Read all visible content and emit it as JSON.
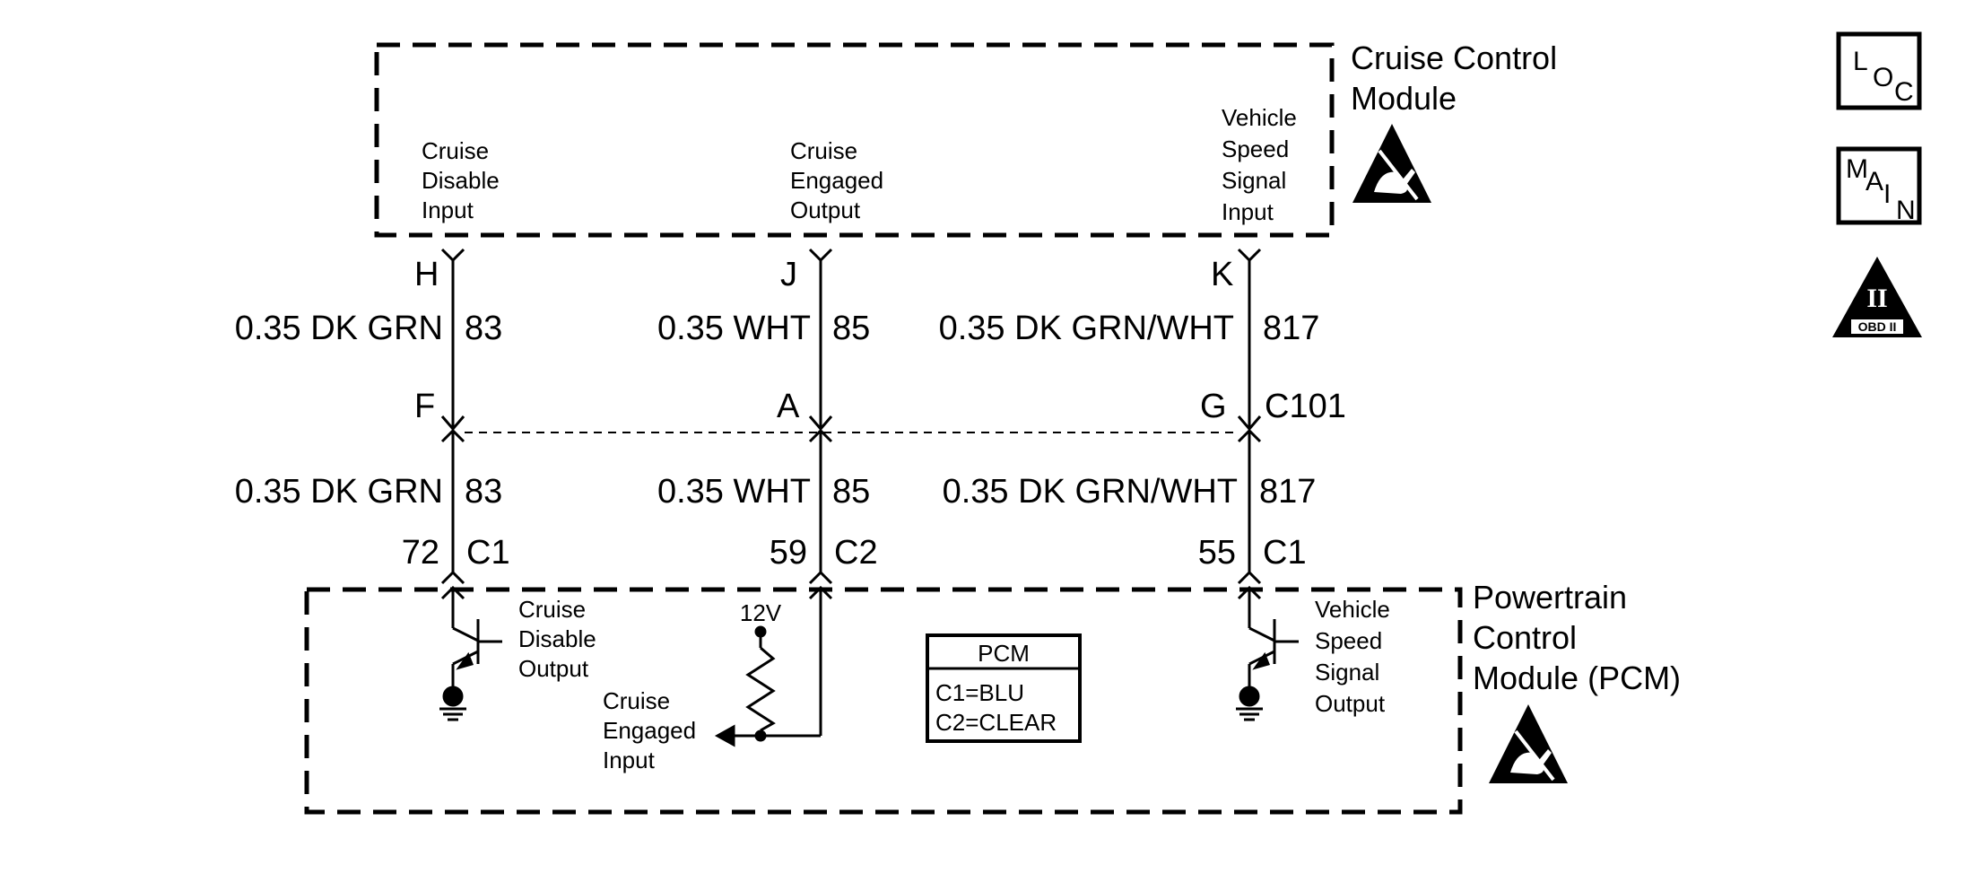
{
  "modules": {
    "cruise": {
      "title_line1": "Cruise Control",
      "title_line2": "Module",
      "inputs": [
        {
          "lines": [
            "Cruise",
            "Disable",
            "Input"
          ]
        },
        {
          "lines": [
            "Cruise",
            "Engaged",
            "Output"
          ]
        },
        {
          "lines": [
            "Vehicle",
            "Speed",
            "Signal",
            "Input"
          ]
        }
      ]
    },
    "pcm": {
      "title_line1": "Powertrain",
      "title_line2": "Control",
      "title_line3": "Module (PCM)",
      "outputs": [
        {
          "lines": [
            "Cruise",
            "Disable",
            "Output"
          ]
        },
        {
          "lines": [
            "Cruise",
            "Engaged",
            "Input"
          ]
        },
        {
          "lines": [
            "Vehicle",
            "Speed",
            "Signal",
            "Output"
          ]
        }
      ],
      "supply": "12V",
      "legend_title": "PCM",
      "legend_line1": "C1=BLU",
      "legend_line2": "C2=CLEAR"
    }
  },
  "circuits": [
    {
      "top_pin": "H",
      "mid_pin": "F",
      "wire_top": "0.35 DK GRN",
      "circuit_top": "83",
      "wire_bottom": "0.35 DK GRN",
      "circuit_bottom": "83",
      "pcm_pin": "72",
      "pcm_connector": "C1"
    },
    {
      "top_pin": "J",
      "mid_pin": "A",
      "wire_top": "0.35 WHT",
      "circuit_top": "85",
      "wire_bottom": "0.35 WHT",
      "circuit_bottom": "85",
      "pcm_pin": "59",
      "pcm_connector": "C2"
    },
    {
      "top_pin": "K",
      "mid_pin": "G",
      "wire_top": "0.35 DK GRN/WHT",
      "circuit_top": "817",
      "wire_bottom": "0.35 DK GRN/WHT",
      "circuit_bottom": "817",
      "pcm_pin": "55",
      "pcm_connector": "C1"
    }
  ],
  "inline_connector": "C101",
  "icons": {
    "loc": [
      "L",
      "O",
      "C"
    ],
    "main": [
      "M",
      "A",
      "I",
      "N"
    ],
    "obd_numeral": "II",
    "obd_label": "OBD II"
  }
}
